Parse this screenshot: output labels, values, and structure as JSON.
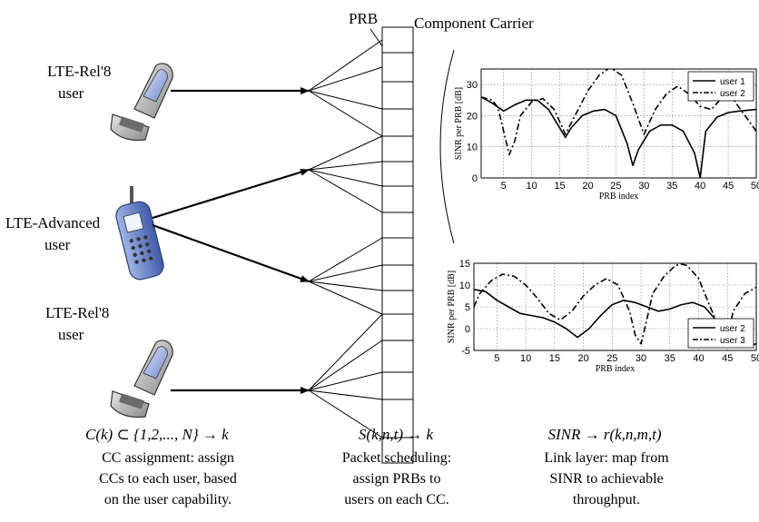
{
  "labels": {
    "prb": "PRB",
    "component_carrier": "Component Carrier",
    "user_top_line1": "LTE-Rel'8",
    "user_top_line2": "user",
    "user_mid_line1": "LTE-Advanced",
    "user_mid_line2": "user",
    "user_bot_line1": "LTE-Rel'8",
    "user_bot_line2": "user"
  },
  "captions": {
    "cc": {
      "formula": "C(k) ⊂ {1,2,..., N} → k",
      "line1": "CC assignment: assign",
      "line2": "CCs to each user, based",
      "line3": "on the user capability."
    },
    "ps": {
      "formula": "S(k,n,t) → k",
      "line1": "Packet scheduling:",
      "line2": "assign PRBs to",
      "line3": "users on each CC."
    },
    "link": {
      "formula": "SINR → r(k,n,m,t)",
      "line1": "Link layer: map from",
      "line2": "SINR to achievable",
      "line3": "throughput."
    }
  },
  "chart_data": [
    {
      "type": "line",
      "xlabel": "PRB index",
      "ylabel": "SINR per PRB [dB]",
      "xlim": [
        1,
        50
      ],
      "ylim": [
        0,
        35
      ],
      "xticks": [
        5,
        10,
        15,
        20,
        25,
        30,
        35,
        40,
        45,
        50
      ],
      "yticks": [
        0,
        10,
        20,
        30
      ],
      "grid": true,
      "legend": "top-right",
      "series": [
        {
          "name": "user 1",
          "style": "solid",
          "x": [
            1,
            3,
            5,
            7,
            9,
            11,
            13,
            15,
            16,
            17,
            19,
            21,
            23,
            25,
            27,
            28,
            29,
            31,
            33,
            35,
            37,
            39,
            40,
            41,
            43,
            45,
            47,
            50
          ],
          "y": [
            26,
            24,
            21.5,
            23.5,
            25,
            25,
            22,
            16,
            13,
            16,
            20,
            21.5,
            22,
            20,
            11,
            4,
            9,
            15,
            17,
            17,
            15,
            8,
            0,
            15,
            19.5,
            21,
            21.5,
            22
          ]
        },
        {
          "name": "user 2",
          "style": "dashdot",
          "x": [
            1,
            3,
            4,
            5,
            6,
            7,
            8,
            10,
            12,
            14,
            16,
            18,
            20,
            22,
            24,
            26,
            28,
            30,
            32,
            34,
            36,
            38,
            40,
            42,
            44,
            46,
            48,
            50
          ],
          "y": [
            26,
            25,
            22.5,
            15,
            7.5,
            12,
            20,
            24.5,
            25.5,
            22,
            14,
            21,
            28,
            33,
            35.5,
            33,
            24,
            14,
            22,
            27,
            29.5,
            27,
            23,
            22,
            26,
            25,
            20,
            15
          ]
        }
      ]
    },
    {
      "type": "line",
      "xlabel": "PRB index",
      "ylabel": "SINR per PRB [dB]",
      "xlim": [
        1,
        50
      ],
      "ylim": [
        -5,
        15
      ],
      "xticks": [
        5,
        10,
        15,
        20,
        25,
        30,
        35,
        40,
        45,
        50
      ],
      "yticks": [
        -5,
        0,
        5,
        10,
        15
      ],
      "grid": true,
      "legend": "bottom-right",
      "series": [
        {
          "name": "user 2",
          "style": "solid",
          "x": [
            1,
            3,
            5,
            7,
            9,
            11,
            13,
            15,
            17,
            19,
            21,
            23,
            25,
            27,
            29,
            31,
            33,
            35,
            37,
            39,
            41,
            43,
            45,
            47,
            49,
            50
          ],
          "y": [
            9,
            8.5,
            6.5,
            5,
            3.5,
            3,
            2.5,
            1.5,
            0,
            -2,
            0,
            3,
            5.5,
            6.5,
            6,
            5,
            4,
            4.5,
            5.5,
            6,
            5,
            2,
            -1.5,
            -3.5,
            -3.8,
            -3.5
          ]
        },
        {
          "name": "user 3",
          "style": "dashdot",
          "x": [
            1,
            2,
            4,
            6,
            8,
            10,
            12,
            14,
            16,
            18,
            20,
            22,
            24,
            26,
            28,
            29,
            30,
            31,
            32,
            34,
            36,
            37,
            38,
            40,
            42,
            44,
            45,
            46,
            48,
            50
          ],
          "y": [
            5,
            8,
            11,
            12.5,
            12,
            10,
            7,
            3.5,
            2,
            4,
            7.5,
            10,
            11.5,
            10,
            4,
            -1.5,
            -3.5,
            2,
            8,
            12,
            14.5,
            14.8,
            14.5,
            11.5,
            5,
            -1,
            -2,
            4,
            8,
            9.5
          ]
        }
      ]
    }
  ]
}
